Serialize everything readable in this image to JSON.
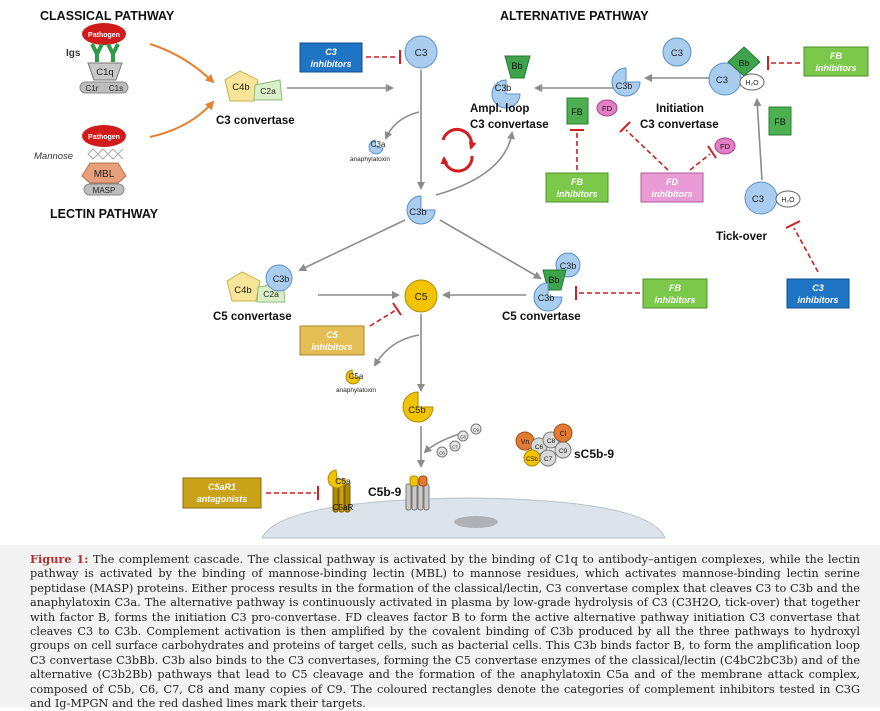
{
  "titles": {
    "classical": "CLASSICAL PATHWAY",
    "alternative": "ALTERNATIVE PATHWAY",
    "lectin": "LECTIN PATHWAY"
  },
  "classical": {
    "pathogen": "Pathogen",
    "igs": "Igs",
    "c1q": "C1q",
    "c1r": "C1r",
    "c1s": "C1s"
  },
  "lectin": {
    "pathogen": "Pathogen",
    "mannose": "Mannose",
    "mbl": "MBL",
    "masp": "MASP"
  },
  "molecules": {
    "c4b": "C4b",
    "c2a": "C2a",
    "c3": "C3",
    "c3b": "C3b",
    "c3a": "C3a",
    "anaphylatoxin": "anaphylatoxin",
    "bb": "Bb",
    "fb": "FB",
    "fd": "FD",
    "h2o": "H₂O",
    "c5": "C5",
    "c5a": "C5a",
    "c5b": "C5b",
    "c5ar": "C5aR",
    "c5b9": "C5b-9",
    "sc5b9": "sC5b-9",
    "vn": "Vn",
    "c6": "C6",
    "c7": "C7",
    "c8": "C8",
    "c9": "C9",
    "cl": "Cl"
  },
  "labels": {
    "c3_convertase": "C3 convertase",
    "ampl_loop_1": "Ampl. loop",
    "ampl_loop_2": "C3 convertase",
    "initiation_1": "Initiation",
    "initiation_2": "C3 convertase",
    "tick_over": "Tick-over",
    "c5_convertase": "C5 convertase"
  },
  "inhibitors": {
    "c3": [
      "C3",
      "inhibitors"
    ],
    "fb": [
      "FB",
      "inhibitors"
    ],
    "fd": [
      "FD",
      "inhibitors"
    ],
    "c5": [
      "C5",
      "inhibitors"
    ],
    "c5ar1": [
      "C5aR1",
      "antagonists"
    ]
  },
  "colors": {
    "c3_blue": "#a9cdee",
    "c3_border": "#5b8fc8",
    "c4b_yellow": "#f7e59a",
    "c2a_green": "#d9efc8",
    "bb_green": "#3fa34d",
    "fb_green": "#4caf50",
    "fd_pink": "#e27fc6",
    "c5_gold": "#f2c300",
    "c3_inhib_blue": "#1f74c4",
    "fb_inhib_green": "#7cc84a",
    "fd_inhib_pink": "#e89bd4",
    "c5_inhib_gold": "#e4bd55",
    "c5ar1_gold": "#c9a21a",
    "arrow_orange": "#e6802e",
    "arrow_grey": "#8c8c8c",
    "inhib_red": "#d21e1e",
    "cycle_red": "#d21e1e"
  },
  "caption": {
    "label": "Figure 1:",
    "text": "The complement cascade. The classical pathway is activated by the binding of C1q to antibody–antigen complexes, while the lectin pathway is activated by the binding of mannose-binding lectin (MBL) to mannose residues, which activates mannose-binding lectin serine peptidase (MASP) proteins. Either process results in the formation of the classical/lectin, C3 convertase complex that cleaves C3 to C3b and the anaphylatoxin C3a. The alternative pathway is continuously activated in plasma by low-grade hydrolysis of C3 (C3H2O, tick-over) that together with factor B, forms the initiation C3 pro-convertase. FD cleaves factor B to form the active alternative pathway initiation C3 convertase that cleaves C3 to C3b. Complement activation is then amplified by the covalent binding of C3b produced by all the three pathways to hydroxyl groups on cell surface carbohydrates and proteins of target cells, such as bacterial cells. This C3b binds factor B, to form the amplification loop C3 convertase C3bBb. C3b also binds to the C3 convertases, forming the C5 convertase enzymes of the classical/lectin (C4bC2bC3b) and of the alternative (C3b2Bb) pathways that lead to C5 cleavage and the formation of the anaphylatoxin C5a and of the membrane attack complex, composed of C5b, C6, C7, C8 and many copies of C9. The coloured rectangles denote the categories of complement inhibitors tested in C3G and Ig-MPGN and the red dashed lines mark their targets."
  }
}
